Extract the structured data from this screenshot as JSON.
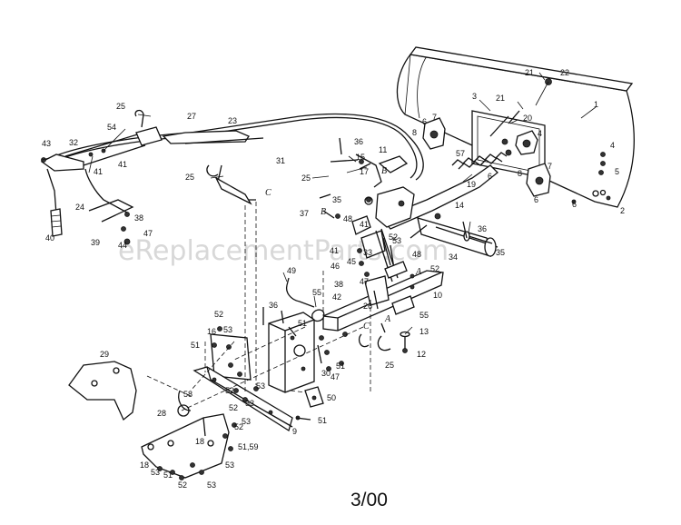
{
  "watermark": "eReplacementParts.com",
  "date_code": "3/00",
  "callouts": {
    "c1": "1",
    "c2": "2",
    "c3": "3",
    "c4a": "4",
    "c4b": "4",
    "c5": "5",
    "c6a": "6",
    "c6b": "6",
    "c6c": "6",
    "c6d": "6",
    "c7a": "7",
    "c7b": "7",
    "c8a": "8",
    "c8b": "8",
    "c9": "9",
    "c10": "10",
    "c11": "11",
    "c12": "12",
    "c13": "13",
    "c14": "14",
    "c15": "15",
    "c16": "16",
    "c17": "17",
    "c18a": "18",
    "c18b": "18",
    "c19": "19",
    "c20": "20",
    "c21a": "21",
    "c21b": "21",
    "c22": "22",
    "c23": "23",
    "c24": "24",
    "c25a": "25",
    "c25b": "25",
    "c25c": "25",
    "c25d": "25",
    "c26": "26",
    "c27": "27",
    "c28": "28",
    "c29": "29",
    "c30": "30",
    "c31": "31",
    "c32": "32",
    "c33": "33",
    "c34": "34",
    "c35a": "35",
    "c35b": "35",
    "c36a": "36",
    "c36b": "36",
    "c36c": "36",
    "c37": "37",
    "c38a": "38",
    "c38b": "38",
    "c39": "39",
    "c40": "40",
    "c41a": "41",
    "c41b": "41",
    "c41c": "41",
    "c41d": "41",
    "c42": "42",
    "c43": "43",
    "c44": "44",
    "c45": "45",
    "c46": "46",
    "c47a": "47",
    "c47b": "47",
    "c47c": "47",
    "c48a": "48",
    "c48b": "48",
    "c49": "49",
    "c50": "50",
    "c51a": "51",
    "c51b": "51",
    "c51c": "51",
    "c51d": "51",
    "c51e": "51",
    "c5159": "51,59",
    "c52a": "52",
    "c52b": "52",
    "c52c": "52",
    "c52d": "52",
    "c52e": "52",
    "c52f": "52",
    "c52g": "52",
    "c53a": "53",
    "c53b": "53",
    "c53c": "53",
    "c53d": "53",
    "c53e": "53",
    "c53f": "53",
    "c53g": "53",
    "c53h": "53",
    "c54": "54",
    "c55a": "55",
    "c55b": "55",
    "c57": "57",
    "c58": "58"
  },
  "letters": {
    "la1": "A",
    "la2": "A",
    "lb1": "B",
    "lb2": "B",
    "lc1": "C",
    "lc2": "C"
  }
}
